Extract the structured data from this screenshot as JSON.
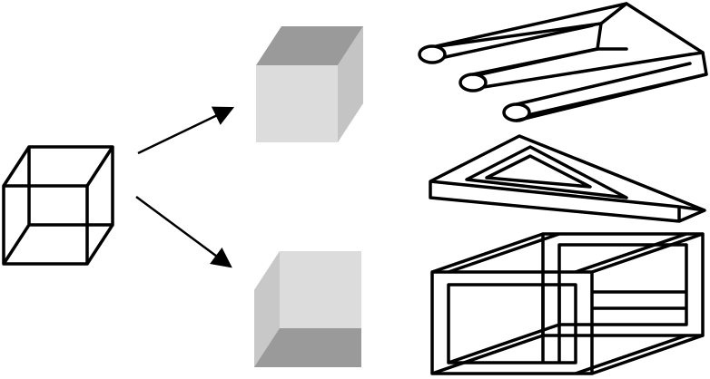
{
  "figure": {
    "panels": [
      {
        "id": "necker-cube",
        "icon": "necker-cube-wireframe-icon"
      },
      {
        "id": "cube-interpretation-top",
        "icon": "shaded-cube-from-above-icon"
      },
      {
        "id": "cube-interpretation-bottom",
        "icon": "shaded-cube-from-below-icon"
      },
      {
        "id": "impossible-fork",
        "icon": "blivet-impossible-fork-icon"
      },
      {
        "id": "penrose-triangle",
        "icon": "penrose-triangle-icon"
      },
      {
        "id": "impossible-cube",
        "icon": "impossible-cube-icon"
      }
    ],
    "colors": {
      "ink": "#000000",
      "background": "#ffffff",
      "cube_face_light": "#dcdcdc",
      "cube_face_mid": "#bdbdbd",
      "cube_face_dark": "#9a9a9a"
    }
  }
}
